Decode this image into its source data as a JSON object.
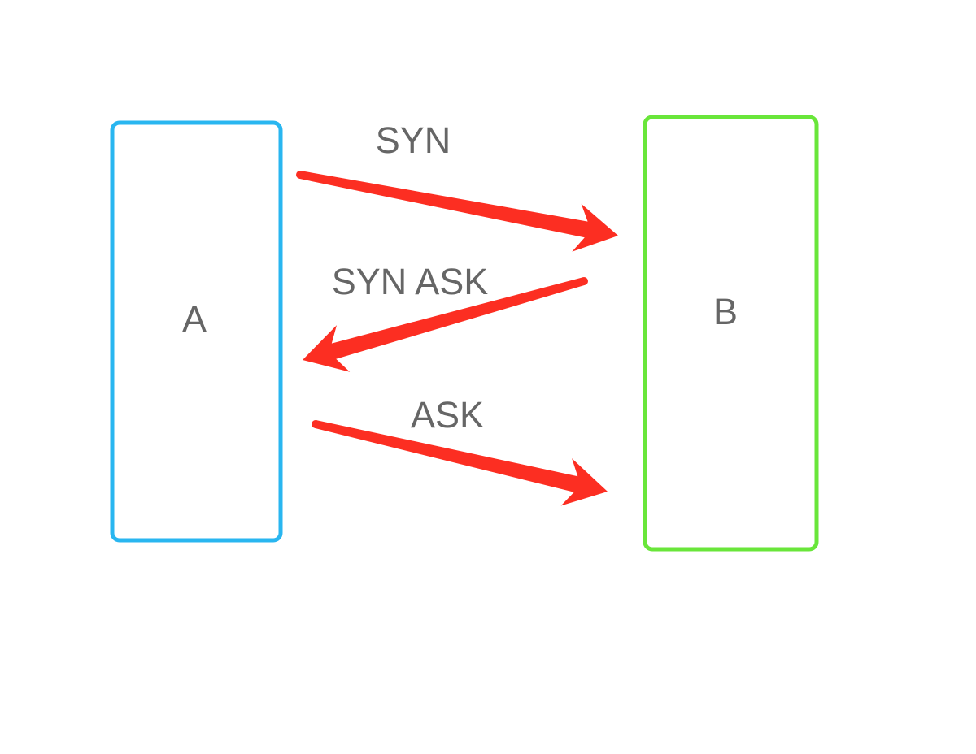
{
  "nodes": {
    "a": {
      "label": "A",
      "color": "#29b6f0"
    },
    "b": {
      "label": "B",
      "color": "#69e63a"
    }
  },
  "arrows": [
    {
      "label": "SYN",
      "from": "A",
      "to": "B"
    },
    {
      "label": "SYN ASK",
      "from": "B",
      "to": "A"
    },
    {
      "label": "ASK",
      "from": "A",
      "to": "B"
    }
  ],
  "colors": {
    "arrow": "#fc2e22",
    "text": "#666666",
    "background": "#ffffff"
  }
}
